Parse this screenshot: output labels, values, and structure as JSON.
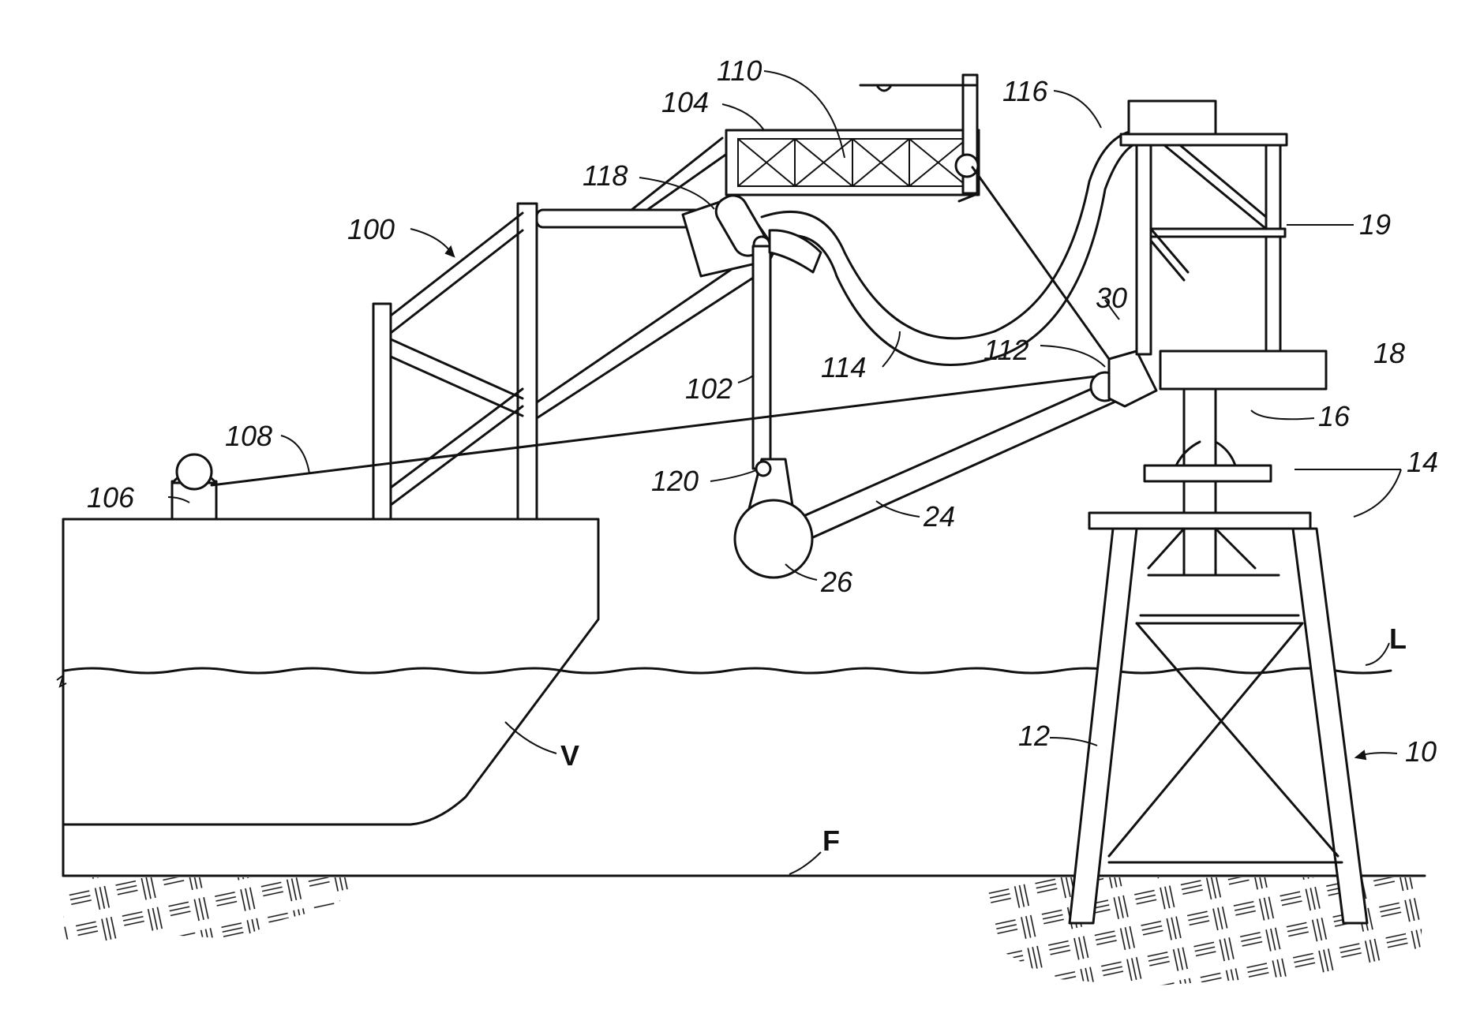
{
  "labels": {
    "l100": "100",
    "l102": "102",
    "l104": "104",
    "l106": "106",
    "l108": "108",
    "l110": "110",
    "l112": "112",
    "l114": "114",
    "l116": "116",
    "l118": "118",
    "l120": "120",
    "l10": "10",
    "l12": "12",
    "l14": "14",
    "l16": "16",
    "l18": "18",
    "l19": "19",
    "l24": "24",
    "l26": "26",
    "l30": "30",
    "lV": "V",
    "lL": "L",
    "lF": "F"
  }
}
